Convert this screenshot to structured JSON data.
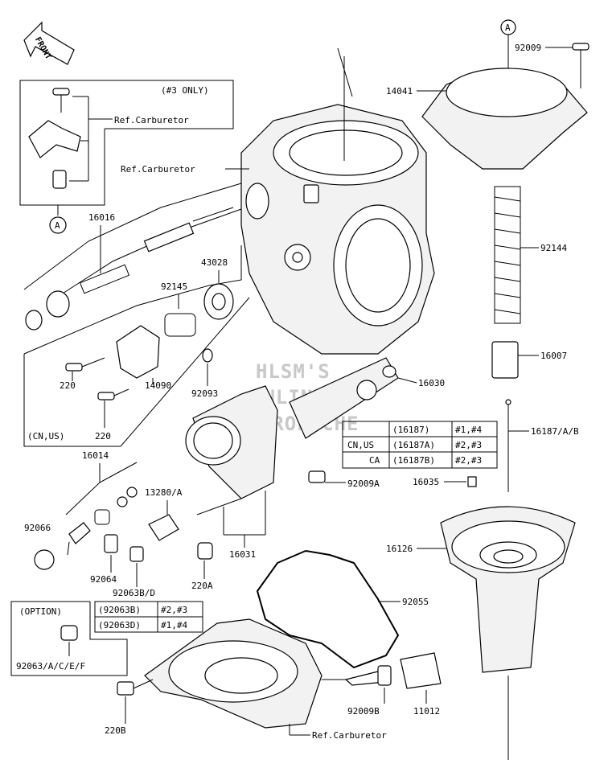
{
  "front_label": "FRONT",
  "watermark": [
    "HLSM'S",
    "ONLINE",
    "MICROFICHE"
  ],
  "notes": {
    "only3": "(#3 ONLY)",
    "option": "(OPTION)",
    "cnus": "(CN,US)"
  },
  "ref_labels": [
    "Ref.Carburetor",
    "Ref.Carburetor",
    "Ref.Carburetor"
  ],
  "circle_a": "A",
  "parts": {
    "p92009": "92009",
    "p14041": "14041",
    "p92144": "92144",
    "p16007": "16007",
    "p16187AB": "16187/A/B",
    "p16035": "16035",
    "p16126": "16126",
    "p16016": "16016",
    "p43028": "43028",
    "p92145": "92145",
    "p92093": "92093",
    "p220a": "220",
    "p220b": "220",
    "p14090": "14090",
    "p16030": "16030",
    "p92009A": "92009A",
    "p16014": "16014",
    "p13280A": "13280/A",
    "p92066": "92066",
    "p92064": "92064",
    "p92063BD": "92063B/D",
    "p220A": "220A",
    "p16031": "16031",
    "p92055": "92055",
    "p92063ACEF": "92063/A/C/E/F",
    "p220B": "220B",
    "p92009B": "92009B",
    "p11012": "11012"
  },
  "needle_table": [
    [
      "",
      "(16187)",
      "#1,#4"
    ],
    [
      "CN,US",
      "(16187A)",
      "#2,#3"
    ],
    [
      "CA",
      "(16187B)",
      "#2,#3"
    ]
  ],
  "jet_table": [
    [
      "(92063B)",
      "#2,#3"
    ],
    [
      "(92063D)",
      "#1,#4"
    ]
  ]
}
